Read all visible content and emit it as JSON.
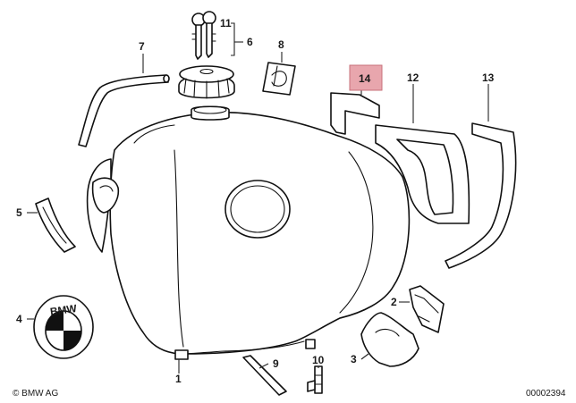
{
  "callouts": {
    "c1": "1",
    "c2": "2",
    "c3": "3",
    "c4": "4",
    "c5": "5",
    "c6": "6",
    "c7": "7",
    "c8": "8",
    "c9": "9",
    "c10": "10",
    "c11": "11",
    "c12": "12",
    "c13": "13",
    "c14": "14"
  },
  "highlight_color": "#e8a6ad",
  "logo_letters": "BMW",
  "footer": {
    "copyright": "© BMW AG",
    "drawing_number": "00002394"
  }
}
